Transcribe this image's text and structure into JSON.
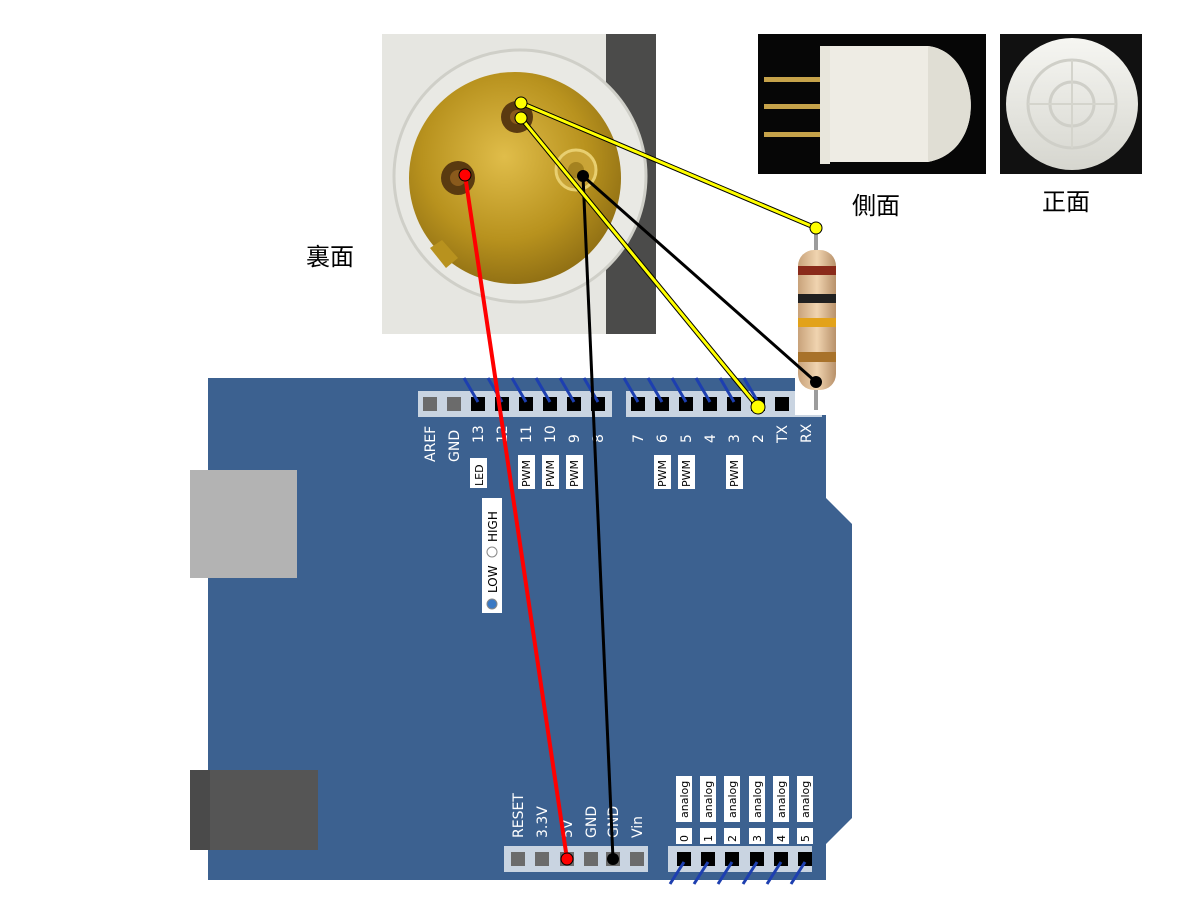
{
  "captions": {
    "side": "側面",
    "front": "正面",
    "back": "裏面"
  },
  "board": {
    "top_header_labels": [
      "AREF",
      "GND",
      "13",
      "12",
      "11",
      "10",
      "9",
      "8",
      "7",
      "6",
      "5",
      "4",
      "3",
      "2",
      "TX",
      "RX"
    ],
    "pwm_label": "PWM",
    "led_label": "LED",
    "switch": {
      "low": "LOW",
      "high": "HIGH"
    },
    "power_header_labels": [
      "RESET",
      "3.3V",
      "5V",
      "GND",
      "GND",
      "Vin"
    ],
    "analog_numbers": [
      "0",
      "1",
      "2",
      "3",
      "4",
      "5"
    ],
    "analog_label": "analog"
  },
  "colors": {
    "board": "#3c6190",
    "red_wire": "#ff0000",
    "yellow_wire": "#ffff00",
    "black_wire": "#000000",
    "sensor_gold": "#b8921e"
  }
}
